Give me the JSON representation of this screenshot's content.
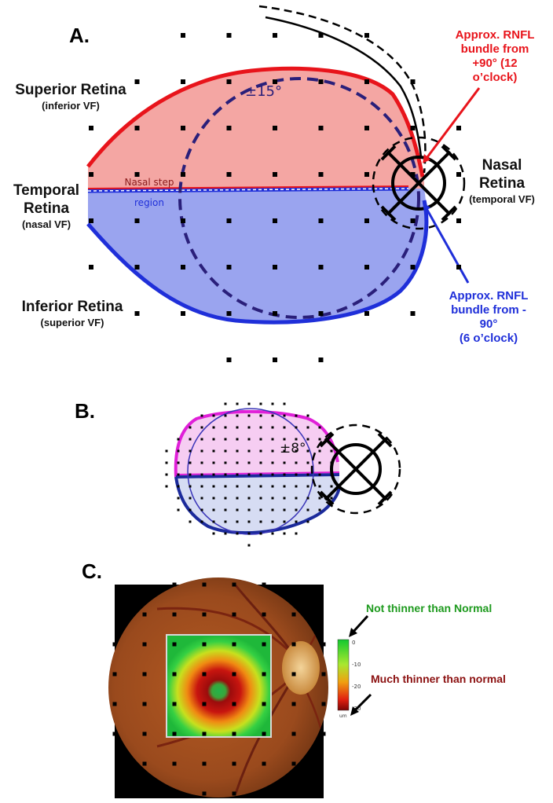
{
  "panels": {
    "a": {
      "letter": "A.",
      "superior_retina": "Superior Retina",
      "superior_vf": "(inferior VF)",
      "temporal_retina_1": "Temporal",
      "temporal_retina_2": "Retina",
      "temporal_vf": "(nasal VF)",
      "inferior_retina": "Inferior Retina",
      "inferior_vf": "(superior VF)",
      "nasal_retina_1": "Nasal",
      "nasal_retina_2": "Retina",
      "nasal_vf": "(temporal VF)",
      "angle_label": "±15°",
      "nasal_step_1": "Nasal step",
      "nasal_step_2": "region",
      "red_bundle_1": "Approx. RNFL",
      "red_bundle_2": "bundle from",
      "red_bundle_3": "+90° (12",
      "red_bundle_4": "o’clock)",
      "blue_bundle_1": "Approx. RNFL",
      "blue_bundle_2": "bundle from -",
      "blue_bundle_3": "90°",
      "blue_bundle_4": "(6 o’clock)"
    },
    "b": {
      "letter": "B.",
      "angle_label": "±8°"
    },
    "c": {
      "letter": "C.",
      "legend_top": "Not thinner than Normal",
      "legend_bottom": "Much thinner than normal",
      "scale_ticks": [
        "0",
        "-10",
        "-20",
        "-30"
      ],
      "scale_unit": "um"
    }
  },
  "colors": {
    "superior_fill": "#f4a6a3",
    "superior_border": "#e8141b",
    "inferior_fill": "#9aa4ef",
    "inferior_border": "#1f2fd9",
    "b_superior_fill": "#f6cdf2",
    "b_superior_border": "#e020d8",
    "b_inferior_fill": "#d6dcf3",
    "b_inferior_border": "#1b2a9b",
    "dark_circle": "#2a1f7a"
  }
}
